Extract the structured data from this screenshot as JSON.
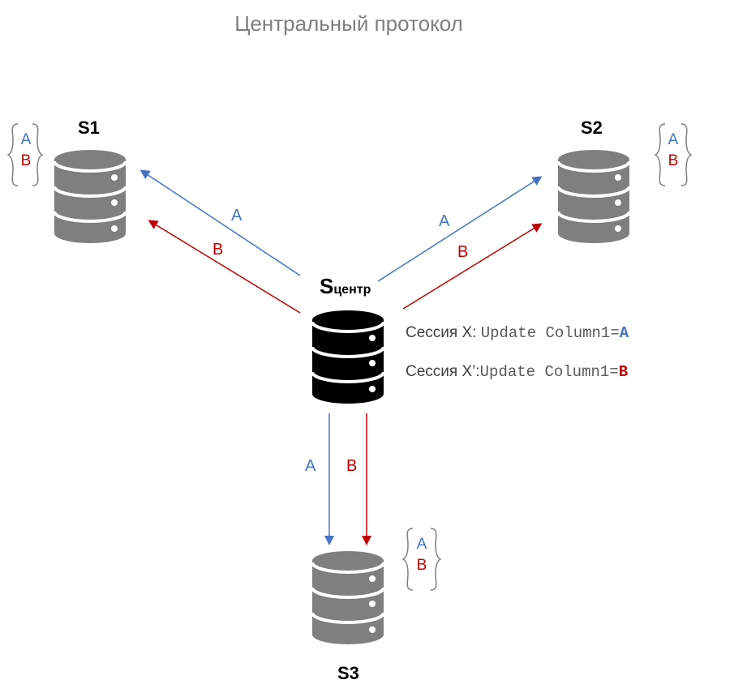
{
  "title": "Центральный протокол",
  "nodes": {
    "s1": {
      "label": "S1"
    },
    "s2": {
      "label": "S2"
    },
    "s3": {
      "label": "S3"
    },
    "center": {
      "label": "S",
      "sub": "центр"
    }
  },
  "values": {
    "a": "A",
    "b": "B"
  },
  "sessions": [
    {
      "name": "Сессия X:",
      "code": "Update Column1=",
      "value": "A"
    },
    {
      "name": "Сессия X’:",
      "code": "Update Column1=",
      "value": "B"
    }
  ],
  "colors": {
    "a": "#4472c4",
    "b": "#c00000",
    "replica": "#7f7f7f",
    "center": "#000000"
  }
}
